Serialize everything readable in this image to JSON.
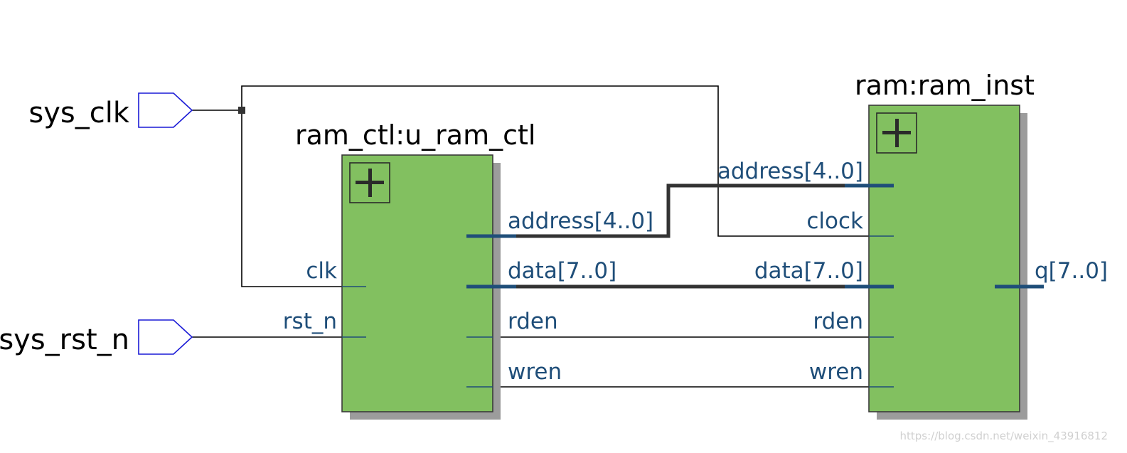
{
  "colors": {
    "block_fill": "#82c060",
    "block_stroke": "#3a3a3a",
    "shadow": "#9c9c9c",
    "port_text": "#1f4e79",
    "bus_stub": "#1f4e79",
    "wire": "#000000",
    "bus": "#333333",
    "input_pin": "#1a1ad6"
  },
  "inputs": [
    {
      "id": "sys_clk",
      "label": "sys_clk",
      "icon": "input-pin-icon"
    },
    {
      "id": "sys_rst_n",
      "label": "sys_rst_n",
      "icon": "input-pin-icon"
    }
  ],
  "blocks": [
    {
      "id": "u_ram_ctl",
      "title": "ram_ctl:u_ram_ctl",
      "expand_icon": "plus-icon",
      "inputs": [
        "clk",
        "rst_n"
      ],
      "outputs": [
        "address[4..0]",
        "data[7..0]",
        "rden",
        "wren"
      ]
    },
    {
      "id": "ram_inst",
      "title": "ram:ram_inst",
      "expand_icon": "plus-icon",
      "inputs": [
        "address[4..0]",
        "clock",
        "data[7..0]",
        "rden",
        "wren"
      ],
      "outputs": [
        "q[7..0]"
      ]
    }
  ],
  "nets": [
    {
      "from": "sys_clk",
      "to": [
        "u_ram_ctl.clk",
        "ram_inst.clock"
      ],
      "bus": false
    },
    {
      "from": "sys_rst_n",
      "to": [
        "u_ram_ctl.rst_n"
      ],
      "bus": false
    },
    {
      "from": "u_ram_ctl.address[4..0]",
      "to": [
        "ram_inst.address[4..0]"
      ],
      "bus": true
    },
    {
      "from": "u_ram_ctl.data[7..0]",
      "to": [
        "ram_inst.data[7..0]"
      ],
      "bus": true
    },
    {
      "from": "u_ram_ctl.rden",
      "to": [
        "ram_inst.rden"
      ],
      "bus": false
    },
    {
      "from": "u_ram_ctl.wren",
      "to": [
        "ram_inst.wren"
      ],
      "bus": false
    }
  ],
  "watermark": "https://blog.csdn.net/weixin_43916812"
}
